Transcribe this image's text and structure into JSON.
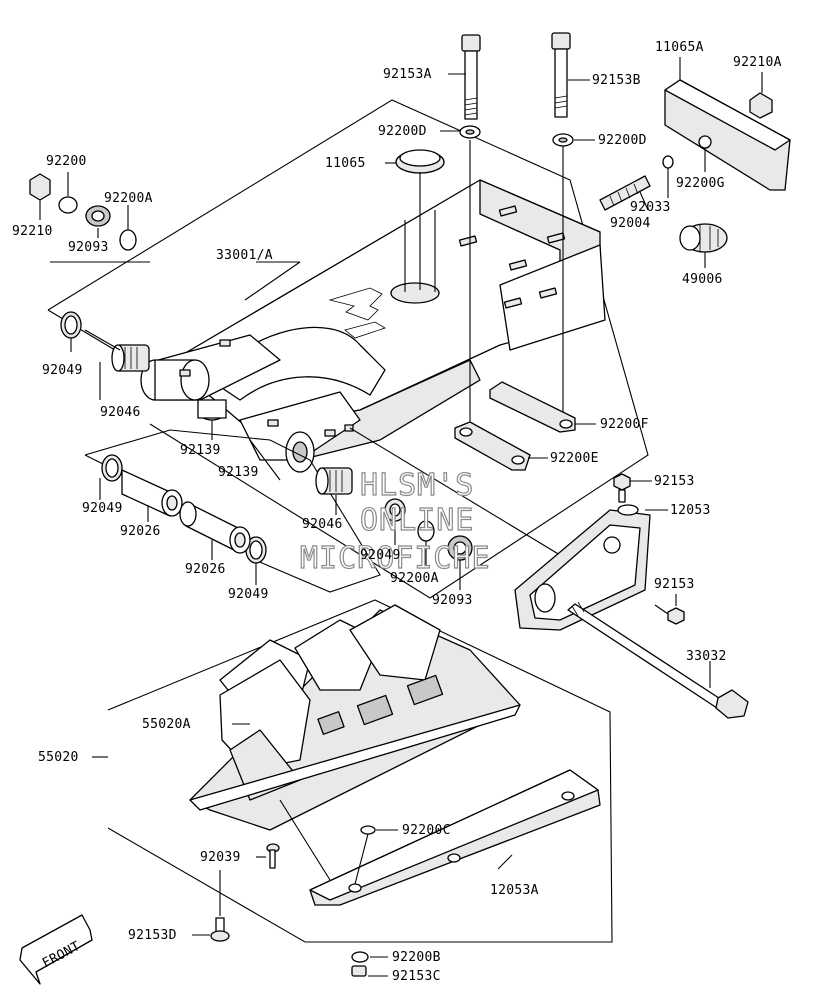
{
  "watermark": [
    "HLSM'S",
    "ONLINE",
    "MICROFICHE"
  ],
  "front_badge": "FRONT",
  "labels": {
    "p92153A": "92153A",
    "p92153B": "92153B",
    "p11065A": "11065A",
    "p92210A": "92210A",
    "p92200D_l": "92200D",
    "p92200D_r": "92200D",
    "p11065": "11065",
    "p92200": "92200",
    "p92210": "92210",
    "p92200A_top": "92200A",
    "p92093_top": "92093",
    "p92200G": "92200G",
    "p92033": "92033",
    "p92004": "92004",
    "p33001A": "33001/A",
    "p49006": "49006",
    "p92049_a": "92049",
    "p92046_a": "92046",
    "p92200F": "92200F",
    "p92139_a": "92139",
    "p92139_b": "92139",
    "p92200E": "92200E",
    "p92153_a": "92153",
    "p92049_b": "92049",
    "p92026_a": "92026",
    "p92046_b": "92046",
    "p12053": "12053",
    "p92049_c": "92049",
    "p92200A_mid": "92200A",
    "p92093_mid": "92093",
    "p92153_b": "92153",
    "p92026_b": "92026",
    "p92049_d": "92049",
    "p33032": "33032",
    "p55020A": "55020A",
    "p55020": "55020",
    "p92200C": "92200C",
    "p92039": "92039",
    "p12053A": "12053A",
    "p92153D": "92153D",
    "p92200B": "92200B",
    "p92153C": "92153C"
  }
}
